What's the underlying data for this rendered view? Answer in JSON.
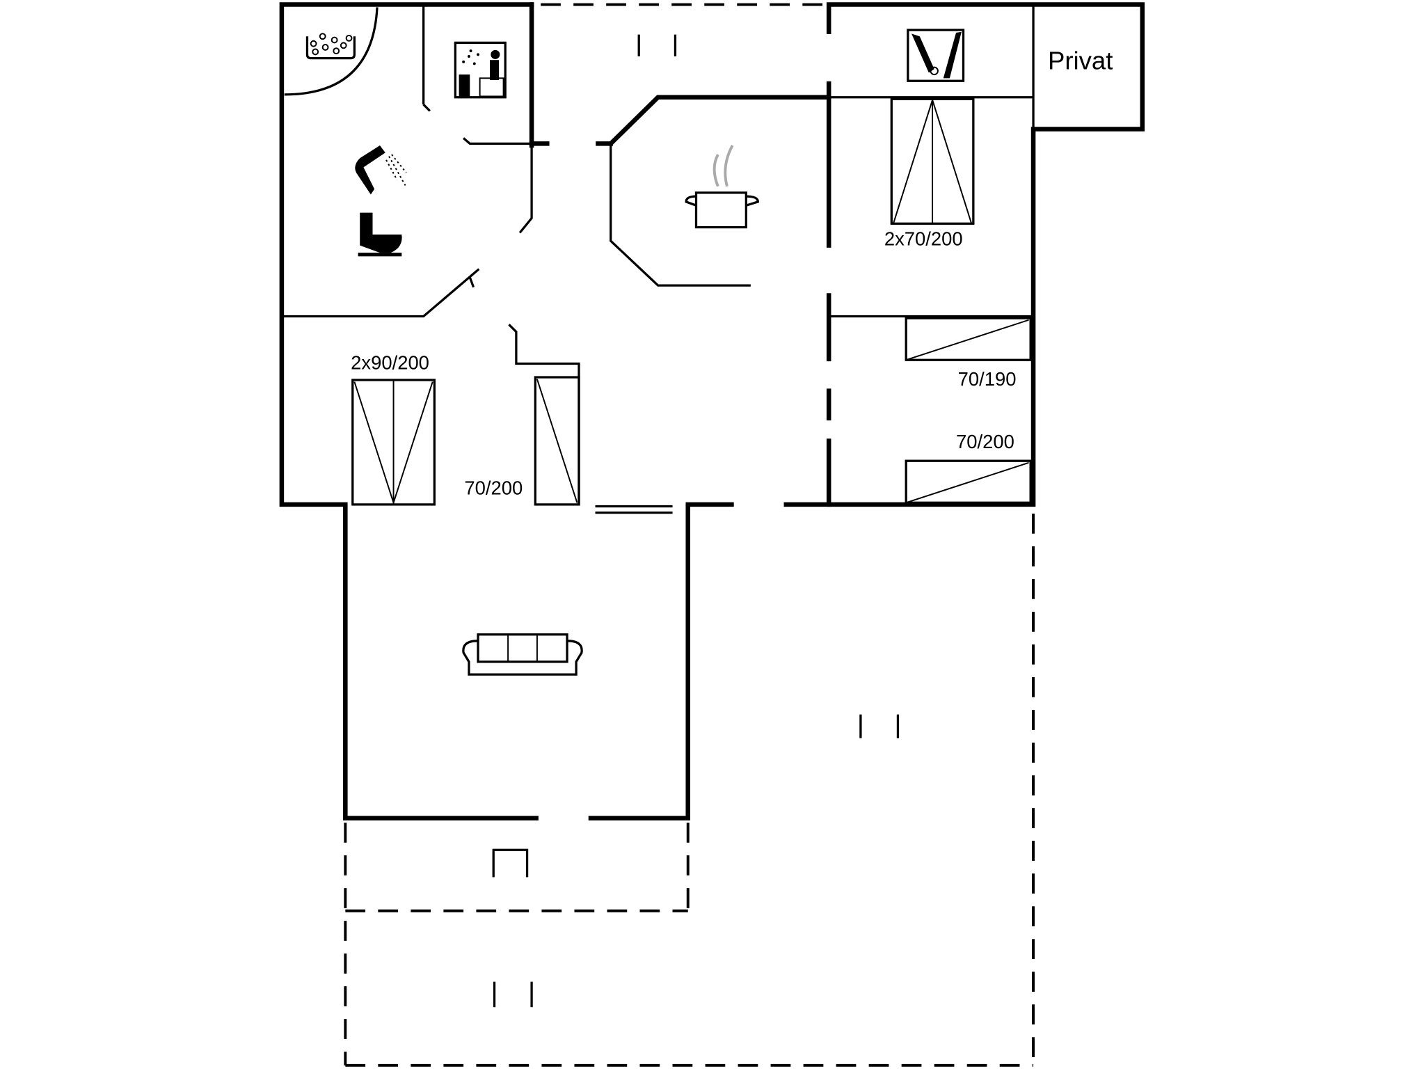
{
  "labels": {
    "privat": "Privat",
    "bed_bedroom_right_top": "2x70/200",
    "bed_right_mid": "70/190",
    "bed_right_bottom": "70/200",
    "bed_left_double": "2x90/200",
    "bed_left_single": "70/200"
  },
  "icons": [
    "spa-icon",
    "sauna-icon",
    "shower-icon",
    "toilet-icon",
    "cooking-pot-icon",
    "washing-machine-icon",
    "sofa-icon",
    "bed-icon"
  ]
}
